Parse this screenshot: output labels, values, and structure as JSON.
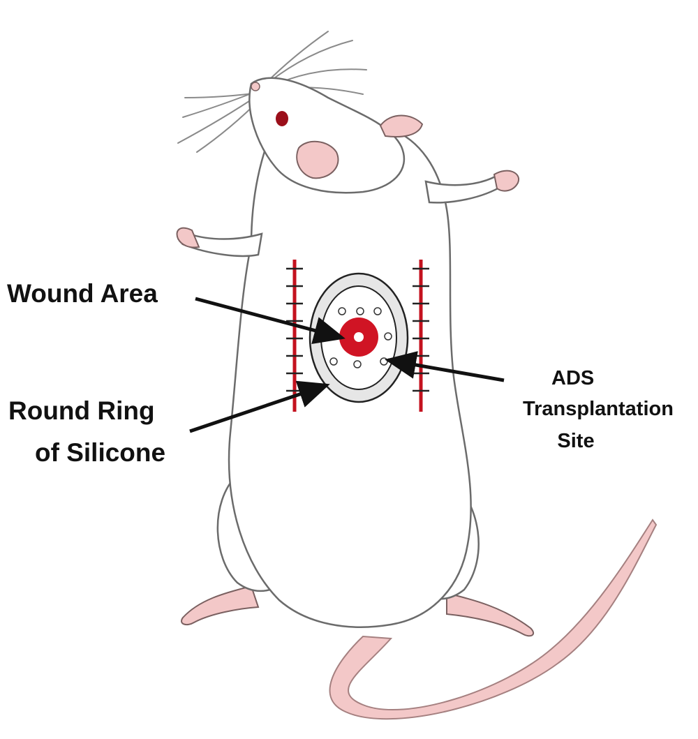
{
  "labels": {
    "wound_area": "Wound Area",
    "round_ring_line1": "Round Ring",
    "round_ring_line2": "of Silicone",
    "ads_line1": "ADS",
    "ads_line2": "Transplantation",
    "ads_line3": "Site"
  },
  "colors": {
    "body_fill": "#ffffff",
    "outline": "#6b6b6b",
    "pink": "#f3c8c8",
    "wound_red": "#d01424",
    "suture_red": "#c4121f",
    "ring_fill": "#e6e6e6",
    "arrow": "#111111"
  },
  "icons": [
    "rat-illustration",
    "silicone-ring",
    "wound-spot",
    "suture-lines",
    "arrow"
  ]
}
